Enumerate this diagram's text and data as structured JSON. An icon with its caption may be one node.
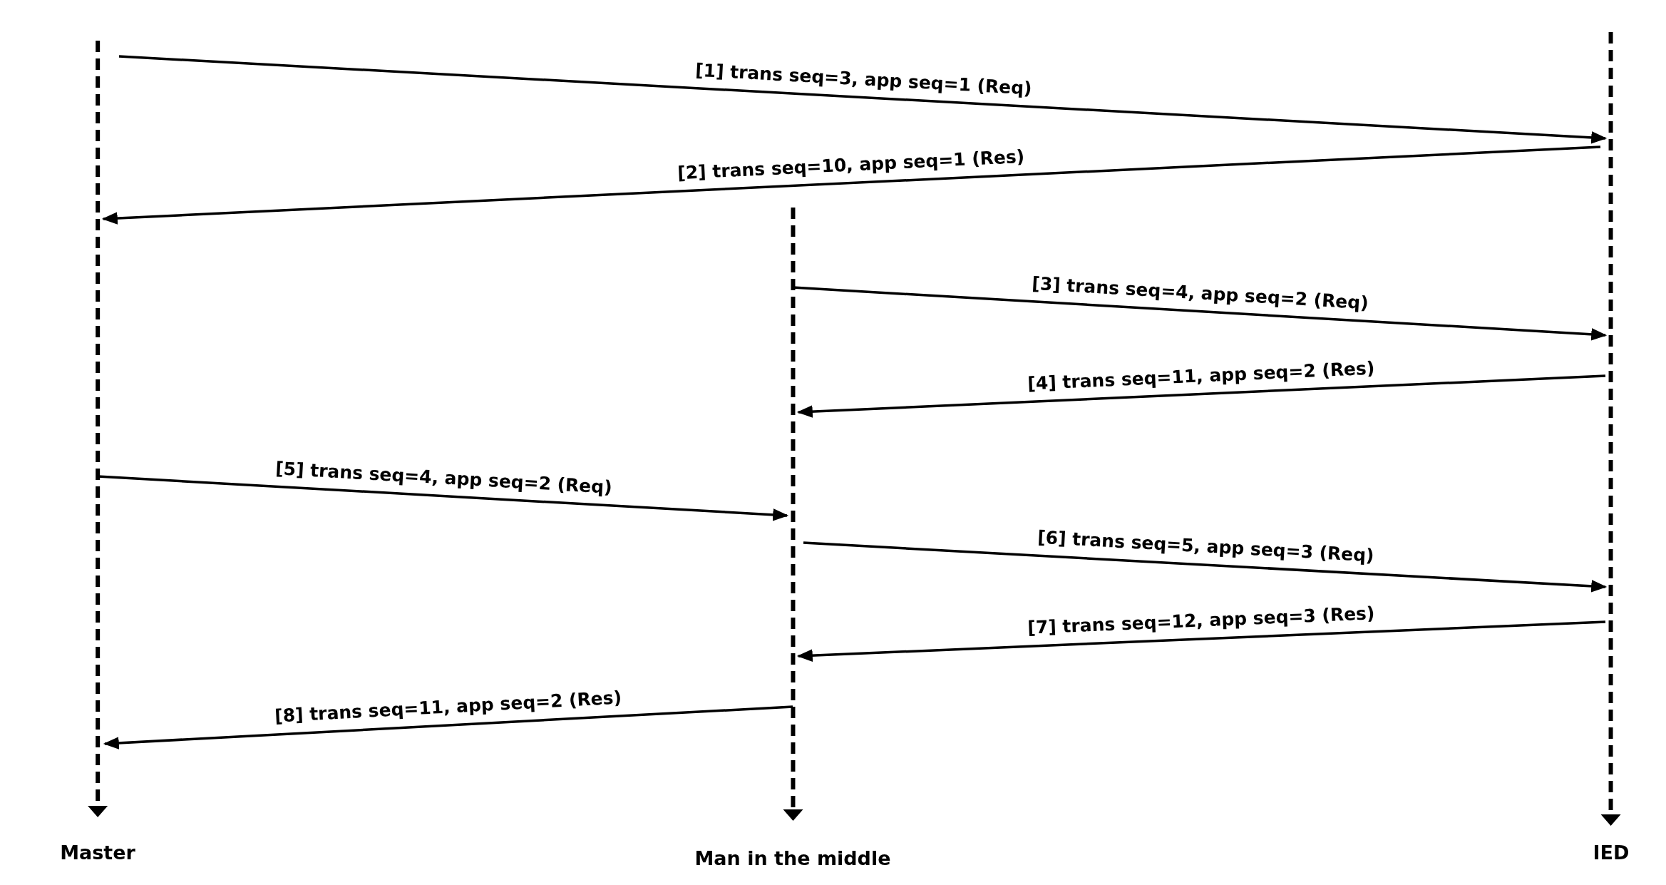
{
  "diagram": {
    "nodes": [
      {
        "text": [
          "Master"
        ]
      },
      {
        "text": [
          "Man in the middle"
        ]
      },
      {
        "text": [
          "IED"
        ]
      }
    ],
    "edges": [
      {
        "from": 0,
        "to": 2,
        "arrow": "to",
        "label": "[1] trans seq=3, app seq=1 (Req)"
      },
      {
        "from": 2,
        "to": 0,
        "arrow": "to",
        "label": "[2] trans seq=10, app seq=1 (Res)"
      },
      {
        "from": 1,
        "to": 2,
        "arrow": "to",
        "label": "[3] trans seq=4, app seq=2 (Req)"
      },
      {
        "from": 2,
        "to": 1,
        "arrow": "to",
        "label": "[4] trans seq=11, app seq=2 (Res)"
      },
      {
        "from": 0,
        "to": 1,
        "arrow": "to",
        "label": "[5] trans seq=4, app seq=2 (Req)"
      },
      {
        "from": 1,
        "to": 2,
        "arrow": "to",
        "label": "[6] trans seq=5, app seq=3 (Req)"
      },
      {
        "from": 2,
        "to": 1,
        "arrow": "to",
        "label": "[7] trans seq=12, app seq=3 (Res)"
      },
      {
        "from": 1,
        "to": 0,
        "arrow": "to",
        "label": "[8] trans seq=11, app seq=2 (Res)"
      }
    ]
  }
}
